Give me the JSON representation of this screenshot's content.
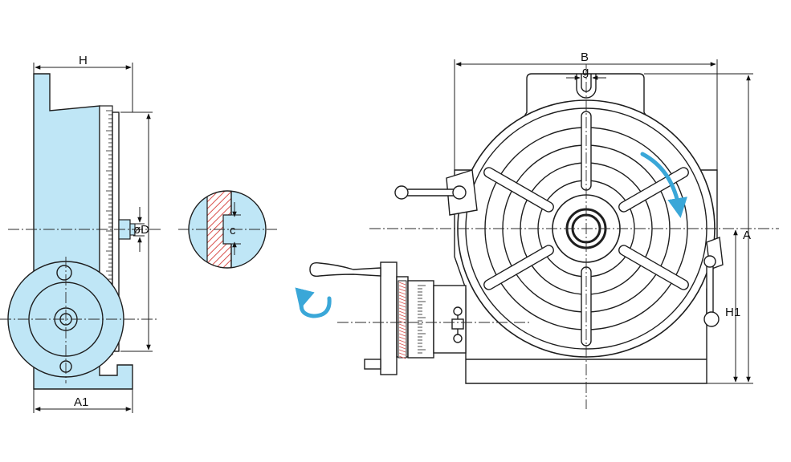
{
  "labels": {
    "H": "H",
    "A1": "A1",
    "D": "øD",
    "c": "c",
    "B": "B",
    "g": "g",
    "A": "A",
    "H1": "H1"
  },
  "colors": {
    "body_fill": "#bfe6f6",
    "rotation_arrow": "#3aa7d8",
    "slot_hatch": "#d9534f",
    "line": "#1e1e1e"
  }
}
